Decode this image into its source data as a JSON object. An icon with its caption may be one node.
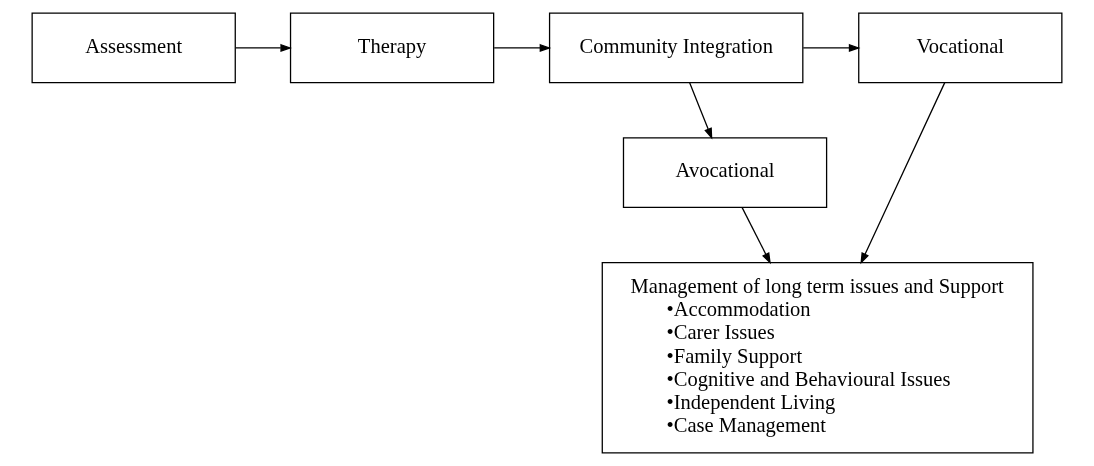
{
  "diagram": {
    "nodes": [
      {
        "text": [
          "Assessment"
        ]
      },
      {
        "text": [
          "Therapy"
        ]
      },
      {
        "text": [
          "Community Integration"
        ]
      },
      {
        "text": [
          "Vocational"
        ]
      },
      {
        "text": [
          "Avocational"
        ]
      },
      {
        "text": [
          "Management of long term issues and Support",
          "•Accommodation",
          "•Carer Issues",
          "•Family Support",
          "•Cognitive and Behavioural Issues",
          "•Independent Living",
          "•Case Management"
        ]
      }
    ],
    "edges": [
      {
        "from": 0,
        "to": 1,
        "arrow": "to"
      },
      {
        "from": 1,
        "to": 2,
        "arrow": "to"
      },
      {
        "from": 2,
        "to": 3,
        "arrow": "to"
      },
      {
        "from": 2,
        "to": 4,
        "arrow": "to"
      },
      {
        "from": 3,
        "to": 5,
        "arrow": "to"
      },
      {
        "from": 4,
        "to": 5,
        "arrow": "to"
      }
    ]
  }
}
